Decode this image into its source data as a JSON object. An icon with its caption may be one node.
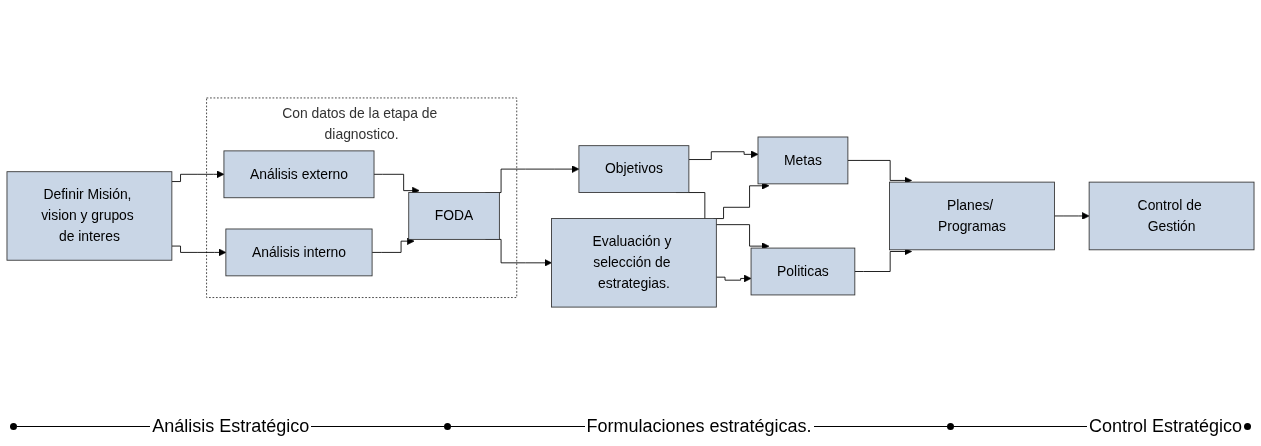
{
  "diagram": {
    "nodes": [
      {
        "text": [
          "Definir Misión, vision y grupos de interes"
        ]
      },
      {
        "text": [
          "Con datos de la etapa de diagnostico."
        ]
      },
      {
        "text": [
          "Análisis externo"
        ],
        "in": 1
      },
      {
        "text": [
          "Análisis interno"
        ],
        "in": 1
      },
      {
        "text": [
          "FODA"
        ],
        "in": 1
      },
      {
        "text": [
          "Objetivos"
        ]
      },
      {
        "text": [
          "Evaluación y selección de estrategias."
        ]
      },
      {
        "text": [
          "Metas"
        ]
      },
      {
        "text": [
          "Politicas"
        ]
      },
      {
        "text": [
          "Planes/ Programas"
        ]
      },
      {
        "text": [
          "Control de Gestión"
        ]
      }
    ],
    "edges": [
      {
        "from": 0,
        "to": 2,
        "arrow": "to"
      },
      {
        "from": 0,
        "to": 3,
        "arrow": "to"
      },
      {
        "from": 2,
        "to": 4,
        "arrow": "to"
      },
      {
        "from": 3,
        "to": 4,
        "arrow": "to"
      },
      {
        "from": 4,
        "to": 5,
        "arrow": "to"
      },
      {
        "from": 4,
        "to": 6,
        "arrow": "to"
      },
      {
        "from": 5,
        "to": 7,
        "arrow": "to"
      },
      {
        "from": 5,
        "to": 8,
        "arrow": "to"
      },
      {
        "from": 6,
        "to": 7,
        "arrow": "to"
      },
      {
        "from": 6,
        "to": 8,
        "arrow": "to"
      },
      {
        "from": 7,
        "to": 9,
        "arrow": "to"
      },
      {
        "from": 8,
        "to": 9,
        "arrow": "to"
      },
      {
        "from": 9,
        "to": 10,
        "arrow": "to"
      }
    ],
    "labels": [
      "Análisis Estratégico",
      "Formulaciones estratégicas.",
      "Control Estratégico"
    ]
  }
}
